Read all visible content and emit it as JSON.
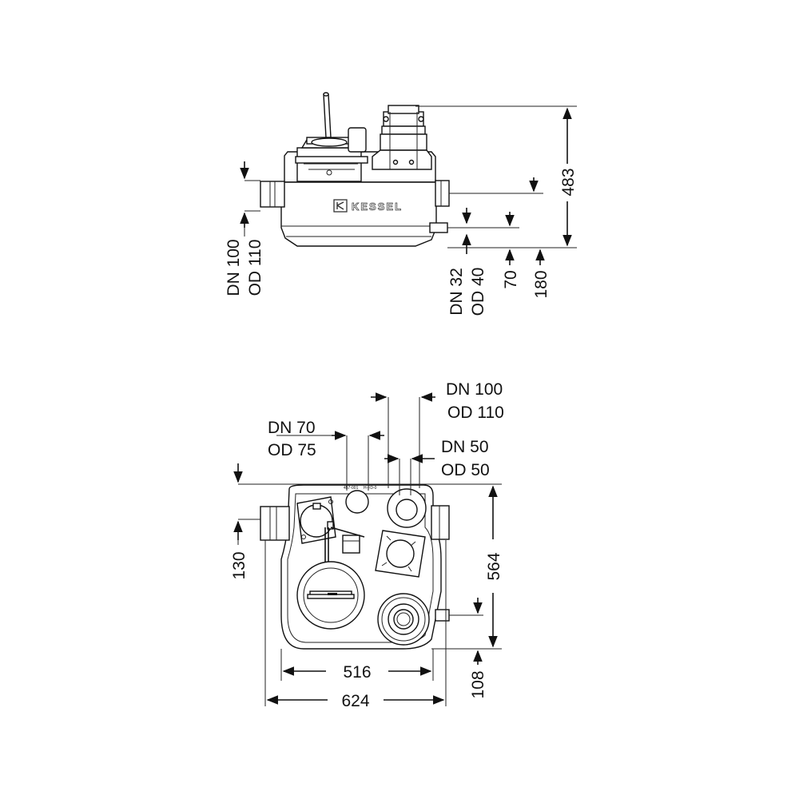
{
  "brand": "KESSEL",
  "side_view": {
    "height_dim": "483",
    "inlet_left": {
      "dn": "DN 100",
      "od": "OD 110"
    },
    "inlet_small": {
      "dn": "DN 32",
      "od": "OD 40"
    },
    "dim_70": "70",
    "dim_180": "180"
  },
  "top_view": {
    "port_top_right": {
      "dn": "DN 100",
      "od": "OD 110"
    },
    "port_top_left": {
      "dn": "DN 70",
      "od": "OD 75"
    },
    "port_mid_right": {
      "dn": "DN 50",
      "od": "OD 50"
    },
    "width_inner": "516",
    "width_outer": "624",
    "depth": "564",
    "dim_130": "130",
    "dim_108": "108",
    "label_a": "457-001",
    "label_b": "H-FD-0"
  }
}
